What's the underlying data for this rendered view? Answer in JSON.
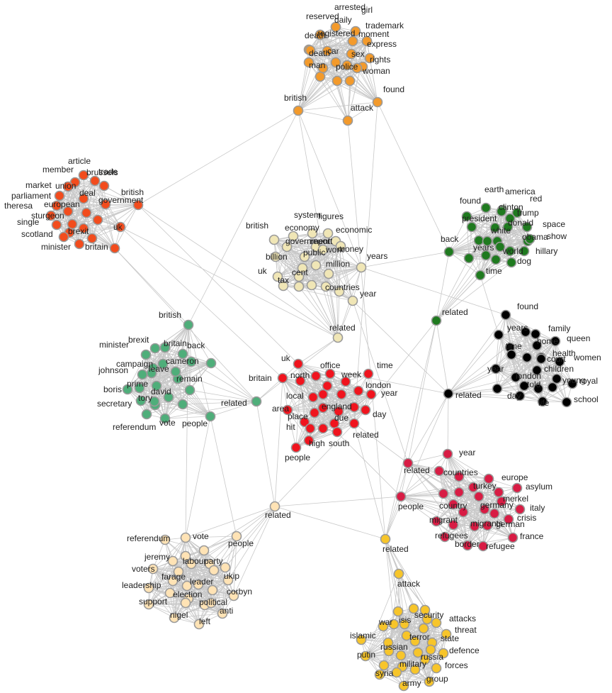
{
  "colors": {
    "orange": "#f39a2b",
    "red_orange": "#f24c1d",
    "cream": "#f0e6b6",
    "dark_green": "#1f7a1f",
    "green": "#4fae7a",
    "red": "#f0141e",
    "black": "#000000",
    "crimson": "#d81c44",
    "peach": "#ffe3b5",
    "yellow": "#f7c52a"
  },
  "clusters": [
    {
      "id": "c1",
      "color": "orange",
      "hub_labels": [
        "british",
        "found",
        "attack"
      ],
      "terms": [
        "arrested",
        "girl",
        "reserved",
        "daily",
        "trademark",
        "death",
        "registered",
        "moment",
        "express",
        "death",
        "car",
        "sex",
        "rights",
        "man",
        "police",
        "woman"
      ]
    },
    {
      "id": "c2",
      "color": "red_orange",
      "hub_labels": [
        "british",
        "uk",
        "britain"
      ],
      "terms": [
        "article",
        "member",
        "brussels",
        "trade",
        "market",
        "union",
        "deal",
        "parliament",
        "government",
        "theresa",
        "european",
        "sturgeon",
        "single",
        "brexit",
        "scotland",
        "minister"
      ]
    },
    {
      "id": "c3",
      "color": "cream",
      "hub_labels": [
        "related",
        "years",
        "year"
      ],
      "terms": [
        "system",
        "figures",
        "british",
        "economy",
        "economic",
        "government",
        "report",
        "money",
        "billion",
        "public",
        "work",
        "million",
        "uk",
        "cent",
        "tax",
        "countries"
      ]
    },
    {
      "id": "c4",
      "color": "dark_green",
      "hub_labels": [
        "related",
        "back",
        "time"
      ],
      "terms": [
        "earth",
        "america",
        "found",
        "red",
        "clinton",
        "trump",
        "president",
        "space",
        "donald",
        "white",
        "obama",
        "show",
        "years",
        "world",
        "hillary",
        "dog"
      ]
    },
    {
      "id": "c5",
      "color": "green",
      "hub_labels": [
        "british",
        "related",
        "people"
      ],
      "terms": [
        "brexit",
        "britain",
        "minister",
        "back",
        "campaign",
        "cameron",
        "johnson",
        "leave",
        "prime",
        "remain",
        "boris",
        "david",
        "secretary",
        "tory",
        "vote",
        "referendum"
      ]
    },
    {
      "id": "c6",
      "color": "red",
      "hub_labels": [
        "uk",
        "britain",
        "related"
      ],
      "terms": [
        "time",
        "office",
        "north",
        "week",
        "london",
        "year",
        "local",
        "england",
        "day",
        "area",
        "place",
        "due",
        "hit",
        "high",
        "south",
        "people"
      ]
    },
    {
      "id": "c7",
      "color": "black",
      "hub_labels": [
        "found",
        "related",
        "years"
      ],
      "terms": [
        "family",
        "queen",
        "home",
        "time",
        "health",
        "women",
        "court",
        "year",
        "london",
        "children",
        "told",
        "young",
        "royal",
        "day",
        "life",
        "school"
      ]
    },
    {
      "id": "c8",
      "color": "crimson",
      "hub_labels": [
        "related",
        "people",
        "year"
      ],
      "terms": [
        "countries",
        "europe",
        "turkey",
        "asylum",
        "merkel",
        "country",
        "italy",
        "germany",
        "crisis",
        "migrant",
        "migrants",
        "german",
        "refugees",
        "france",
        "border",
        "refugee"
      ]
    },
    {
      "id": "c9",
      "color": "peach",
      "hub_labels": [
        "related",
        "vote",
        "people"
      ],
      "terms": [
        "referendum",
        "jeremy",
        "labour",
        "party",
        "voters",
        "farage",
        "leader",
        "ukip",
        "leadership",
        "election",
        "corbyn",
        "support",
        "political",
        "nigel",
        "anti",
        "left"
      ]
    },
    {
      "id": "c10",
      "color": "yellow",
      "hub_labels": [
        "related",
        "attack"
      ],
      "terms": [
        "security",
        "attacks",
        "isis",
        "war",
        "threat",
        "terror",
        "islamic",
        "state",
        "russian",
        "defence",
        "putin",
        "military",
        "russia",
        "forces",
        "syria",
        "army",
        "group"
      ]
    }
  ]
}
